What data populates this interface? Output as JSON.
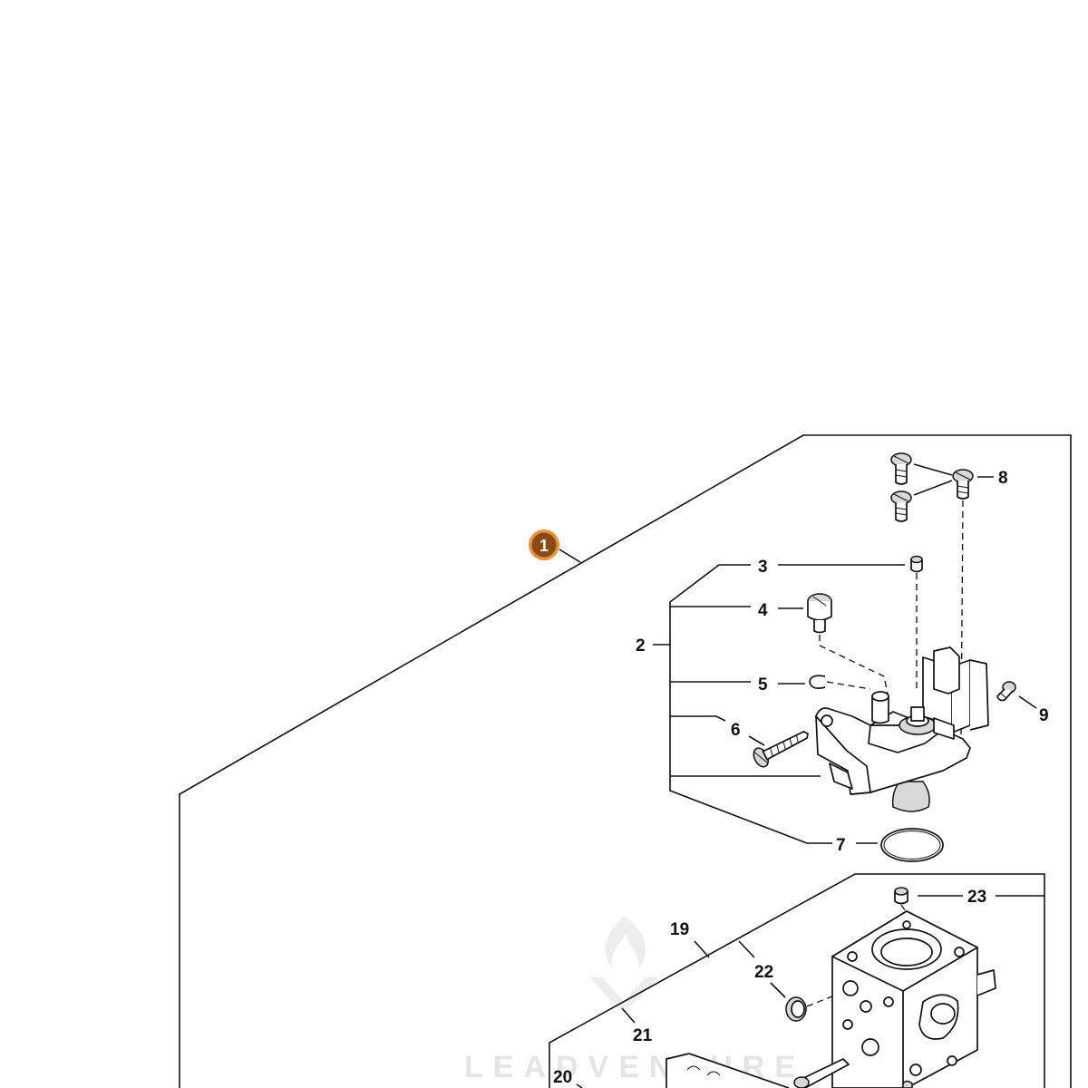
{
  "callout": {
    "number": "1"
  },
  "labels": {
    "l2": "2",
    "l3": "3",
    "l4": "4",
    "l5": "5",
    "l6": "6",
    "l7": "7",
    "l8": "8",
    "l9": "9",
    "l19": "19",
    "l20": "20",
    "l21": "21",
    "l22": "22",
    "l23": "23"
  },
  "watermark": {
    "text": "LEADVENTURE"
  },
  "colors": {
    "callout_fill": "#8a4a14",
    "callout_ring": "#e8923a"
  }
}
